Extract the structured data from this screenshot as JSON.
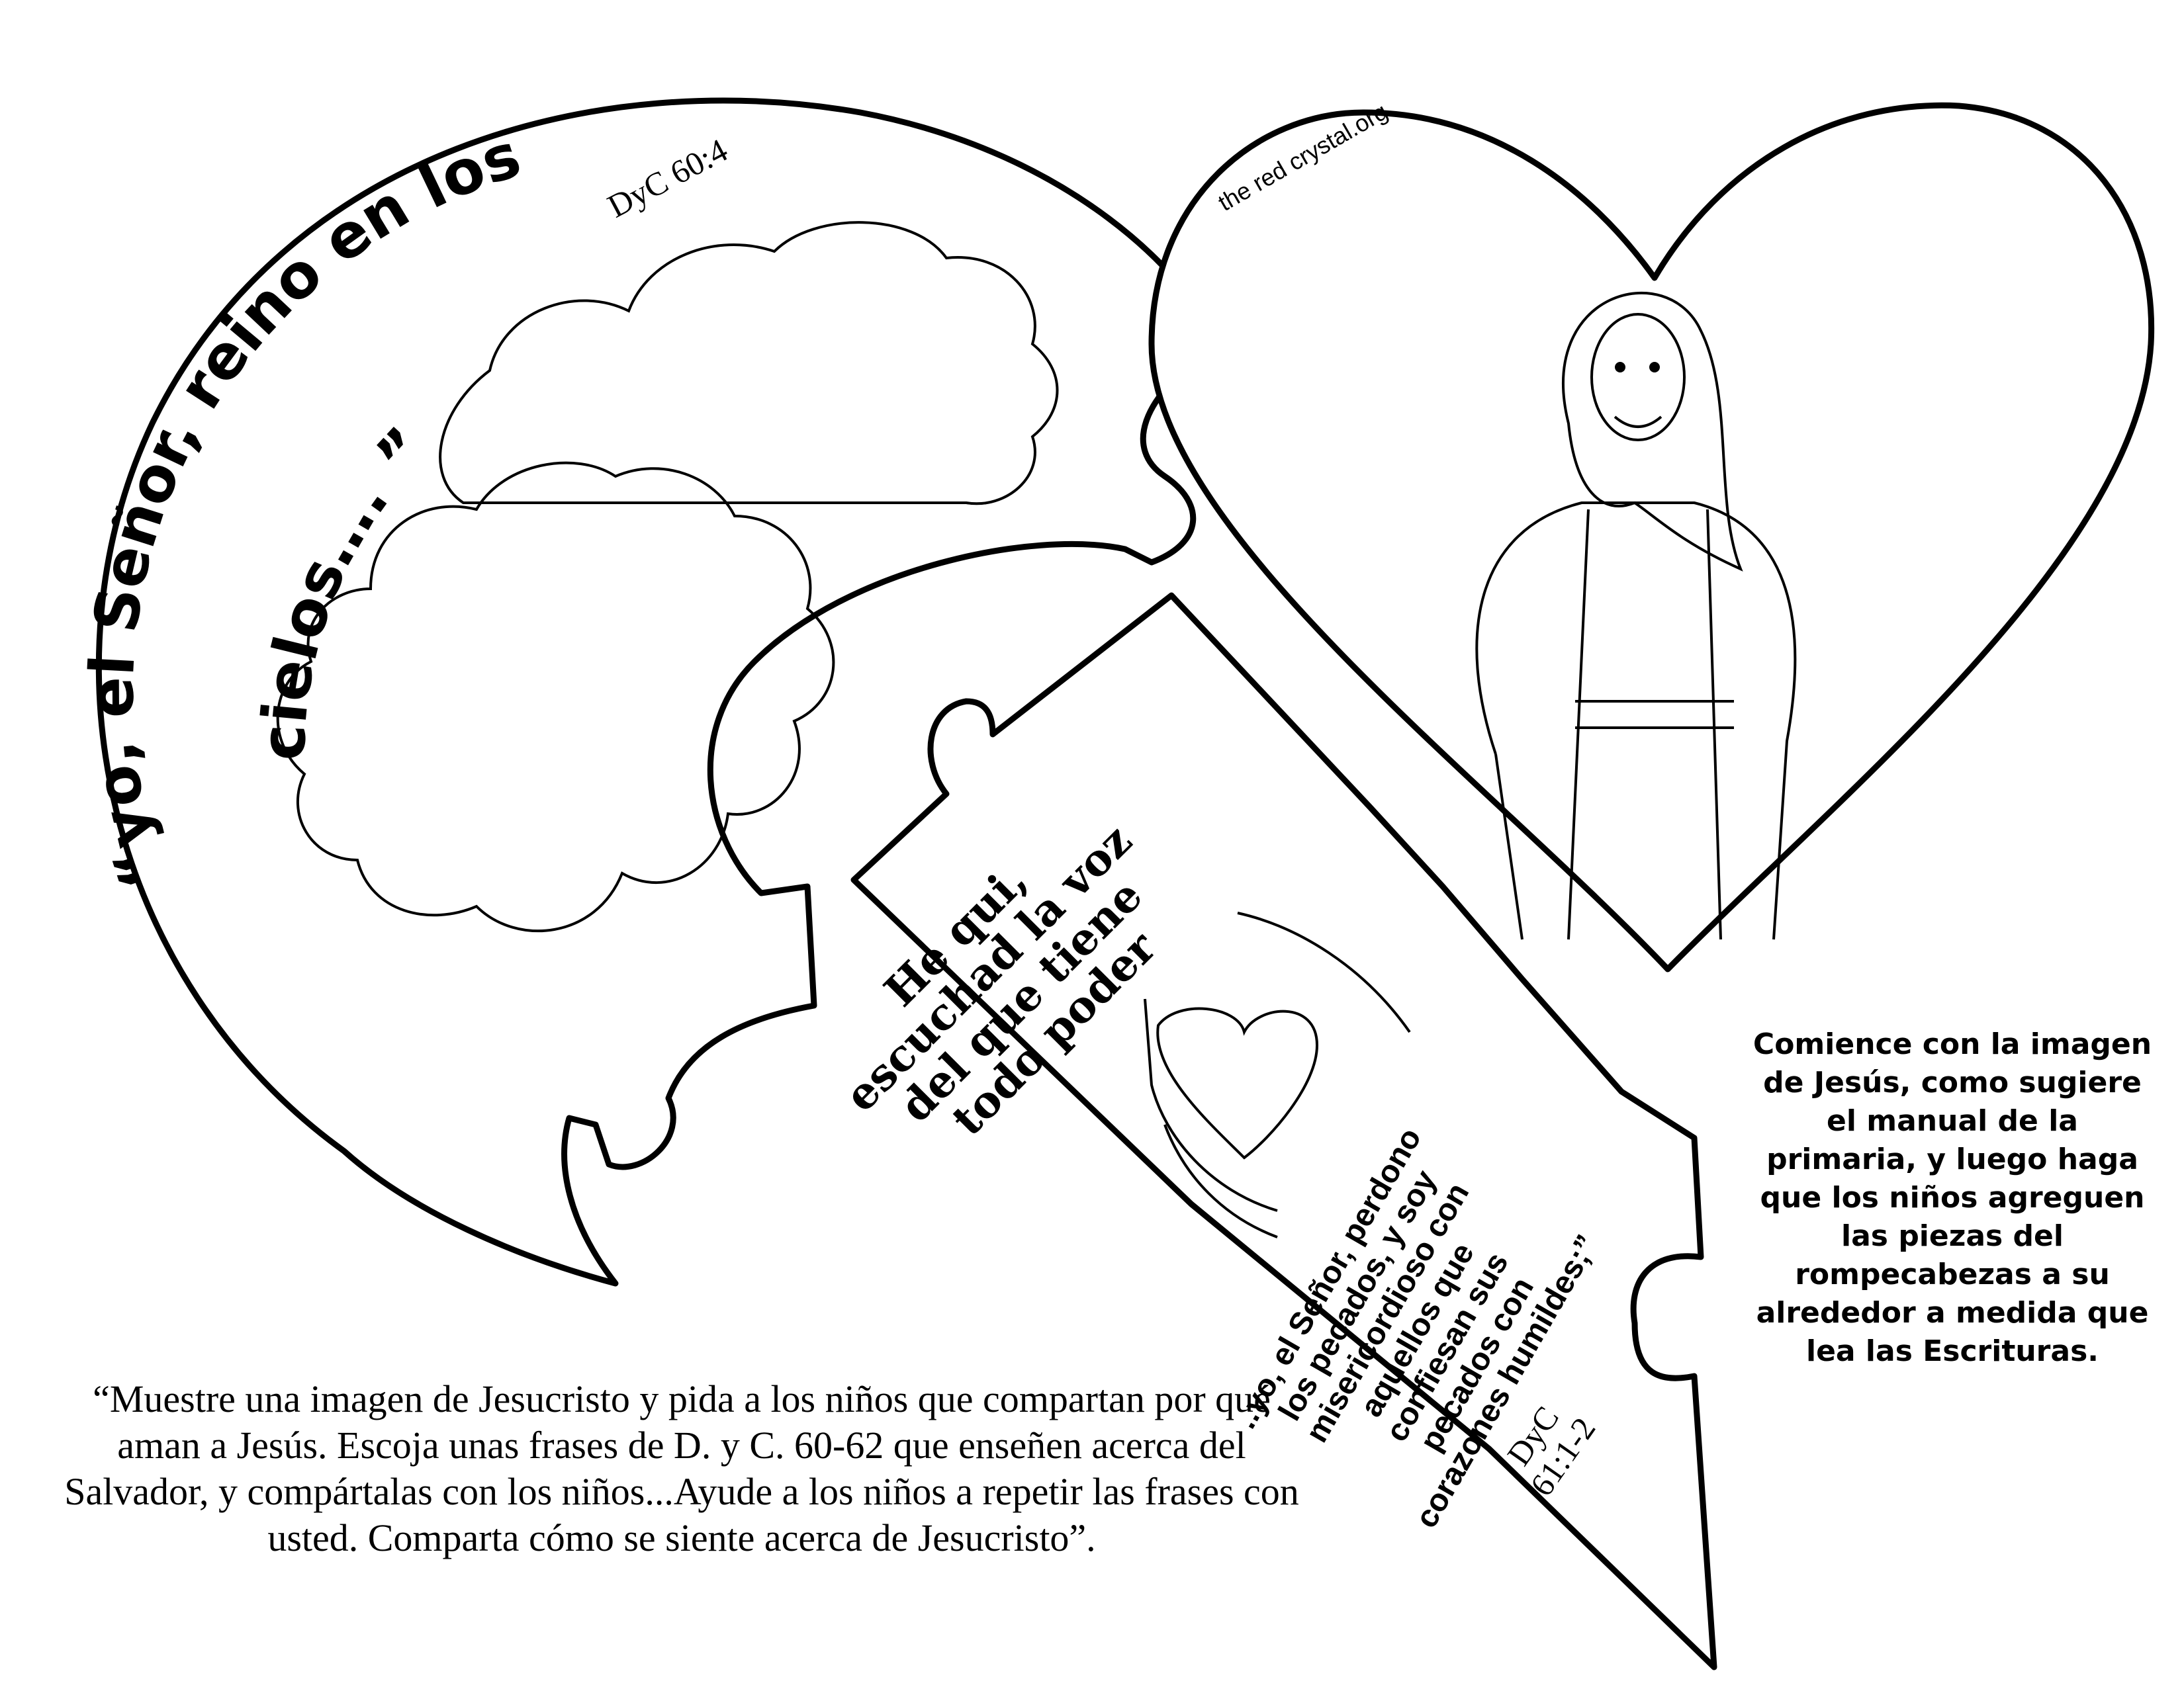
{
  "left_piece": {
    "title_line1": "“yo, el Señor, reino en los",
    "title_line2": "cielos…. ”",
    "reference": "DyC 60:4"
  },
  "heart_piece": {
    "site": "the red crystal.org"
  },
  "strip_piece": {
    "title_lines": [
      "He qui,",
      "escuchad la voz",
      "del que tiene",
      "todo poder"
    ],
    "quote_lines": [
      "..yo, el Señor, perdono",
      "los pecados, y soy",
      "misericordioso con",
      "aquellos que",
      "confiesan sus",
      "pecados con",
      "corazones humildes;”"
    ],
    "reference_lines": [
      "DyC",
      "61:1-2"
    ]
  },
  "instructions": {
    "bottom": "“Muestre una imagen de Jesucristo y pida a los niños que compartan por qué aman a Jesús. Escoja unas frases de D. y C. 60-62 que enseñen acerca del Salvador, y compártalas con los niños...Ayude a los niños a repetir las frases con usted. Comparta cómo se siente acerca de Jesucristo”.",
    "right": "Comience con la imagen de Jesús, como sugiere el manual de la primaria, y luego haga que los niños agreguen las piezas del rompecabezas a su alrededor a medida que lea las Escrituras."
  }
}
